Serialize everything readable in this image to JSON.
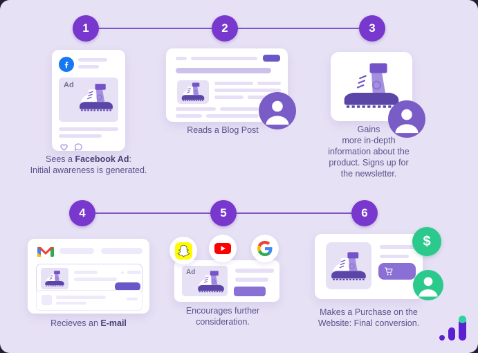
{
  "steps": [
    {
      "number": "1",
      "caption": {
        "pre": "Sees a ",
        "bold": "Facebook Ad",
        "post": ":",
        "line2": "Initial awareness is generated."
      }
    },
    {
      "number": "2",
      "caption": {
        "text": "Reads a Blog Post"
      }
    },
    {
      "number": "3",
      "caption": {
        "lines": [
          "Gains",
          "more in-depth",
          "information about the",
          "product. Signs up for",
          "the newsletter."
        ]
      }
    },
    {
      "number": "4",
      "caption": {
        "pre": "Recieves an ",
        "bold": "E-mail"
      }
    },
    {
      "number": "5",
      "caption": {
        "lines": [
          "Encourages further",
          "consideration."
        ]
      }
    },
    {
      "number": "6",
      "caption": {
        "lines": [
          "Makes a Purchase on the",
          "Website: Final conversion."
        ]
      }
    }
  ],
  "labels": {
    "ad": "Ad",
    "dollar": "$"
  },
  "brand_icons": [
    "facebook",
    "gmail",
    "snapchat",
    "youtube",
    "google"
  ],
  "ui_icons": [
    "heart",
    "comment-bubble",
    "user-avatar",
    "shopping-cart",
    "dollar",
    "bar-chart-logo",
    "boot-product"
  ],
  "colors": {
    "background": "#e7e1f5",
    "step_circle": "#7837cd",
    "connector": "#7d55c5",
    "card": "#ffffff",
    "dark_button": "#6a58c8",
    "mid_button": "#8a70d5",
    "avatar_purple": "#7a5cc6",
    "green": "#2bc98c",
    "facebook_blue": "#1877F2",
    "snapchat_yellow": "#FFFC00",
    "youtube_red": "#FF0000",
    "logo_purple": "#5b21d1",
    "text": "#59538c"
  }
}
